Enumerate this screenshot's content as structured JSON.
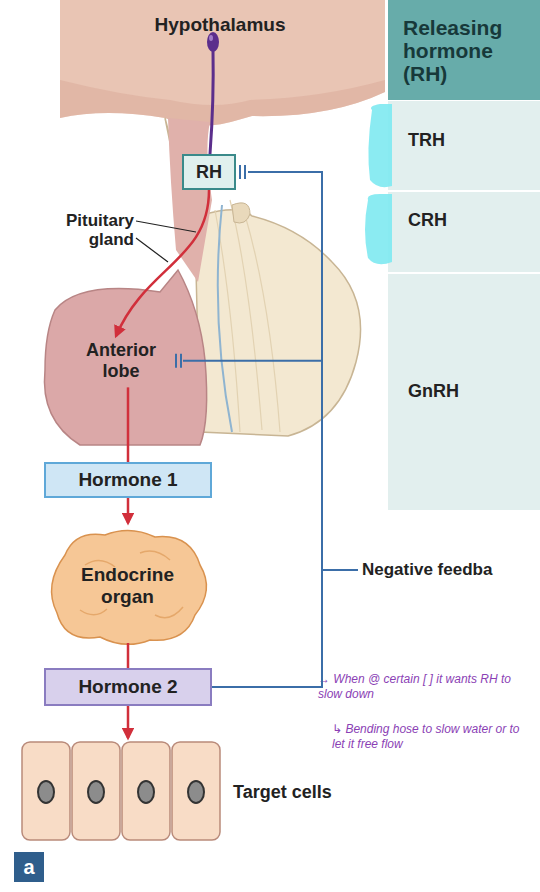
{
  "diagram": {
    "nodes": [
      {
        "text": [
          "RH"
        ]
      },
      {
        "text": [
          "Anterior lobe"
        ]
      },
      {
        "text": [
          "Hormone 1"
        ]
      },
      {
        "text": [
          "Endocrine organ"
        ]
      },
      {
        "text": [
          "Hormone 2"
        ]
      },
      {
        "text": [
          "Target cells"
        ]
      }
    ],
    "edges": [
      {
        "from": 0,
        "to": 1,
        "arrow": "to"
      },
      {
        "from": 1,
        "to": 2,
        "arrow": "none"
      },
      {
        "from": 2,
        "to": 3,
        "arrow": "to"
      },
      {
        "from": 3,
        "to": 4,
        "arrow": "none"
      },
      {
        "from": 4,
        "to": 5,
        "arrow": "to"
      },
      {
        "from": 4,
        "to": 0,
        "arrow": "to"
      },
      {
        "from": 4,
        "to": 1,
        "arrow": "to"
      }
    ],
    "labels": [
      "Hypothalamus",
      "Pituitary gland",
      "Releasing hormone (RH)",
      "TRH",
      "CRH",
      "GnRH",
      "Negative feedba",
      "→ When @ certain [ ] it wants RH to slow down",
      "↳ Bending hose to slow water or to let it free flow",
      "a"
    ]
  }
}
